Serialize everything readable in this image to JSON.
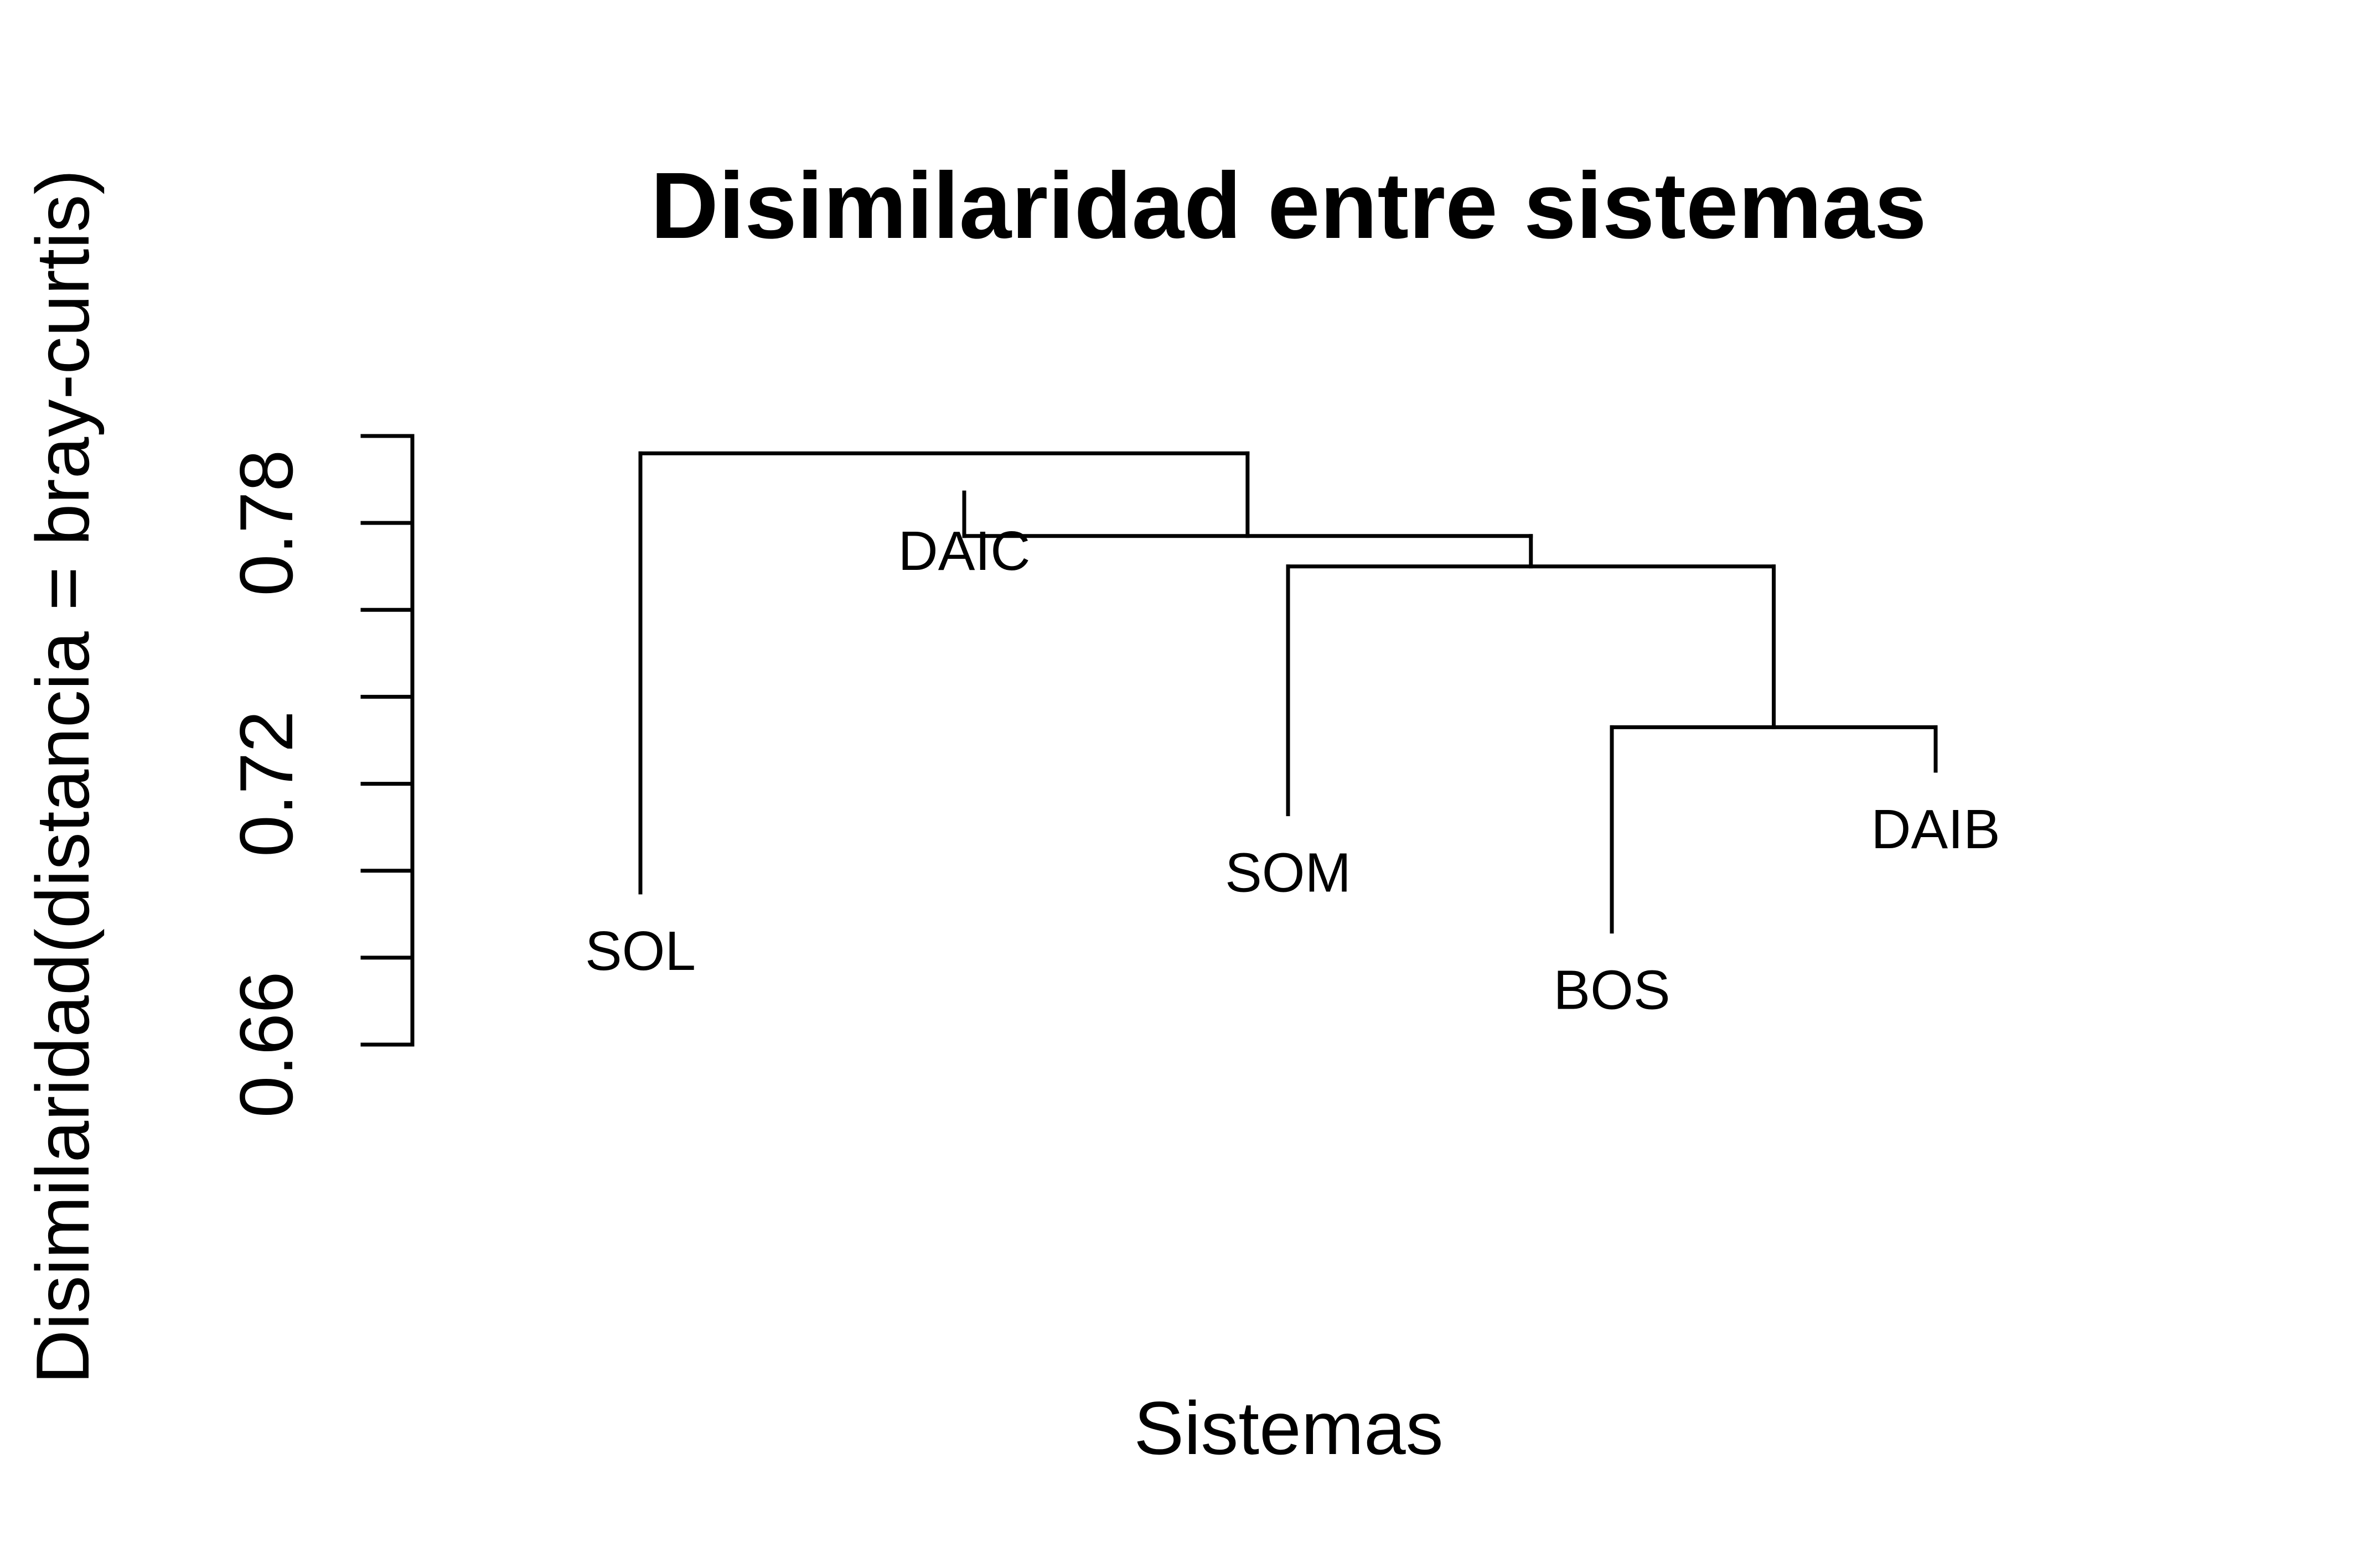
{
  "chart_data": {
    "type": "dendrogram",
    "title": "Disimilaridad entre sistemas",
    "xlabel": "Sistemas",
    "ylabel": "Disimilaridad(distancia = bray-curtis)",
    "ylim": [
      0.66,
      0.8
    ],
    "yticks": [
      0.66,
      0.68,
      0.7,
      0.72,
      0.74,
      0.76,
      0.78,
      0.8
    ],
    "ytick_labels": [
      "0.66",
      "0.72",
      "0.78"
    ],
    "leaves": [
      {
        "label": "SOL",
        "order": 1,
        "end": 0.695
      },
      {
        "label": "DAIC",
        "order": 2,
        "end": 0.787
      },
      {
        "label": "SOM",
        "order": 3,
        "end": 0.713
      },
      {
        "label": "BOS",
        "order": 4,
        "end": 0.686
      },
      {
        "label": "DAIB",
        "order": 5,
        "end": 0.723
      }
    ],
    "merges": [
      {
        "left": "leaf:BOS",
        "right": "leaf:DAIB",
        "height": 0.733
      },
      {
        "left": "leaf:SOM",
        "right": "node:0",
        "height": 0.77
      },
      {
        "left": "leaf:DAIC",
        "right": "node:1",
        "height": 0.777
      },
      {
        "left": "leaf:SOL",
        "right": "node:2",
        "height": 0.796
      }
    ],
    "grid": false,
    "legend": "none"
  }
}
